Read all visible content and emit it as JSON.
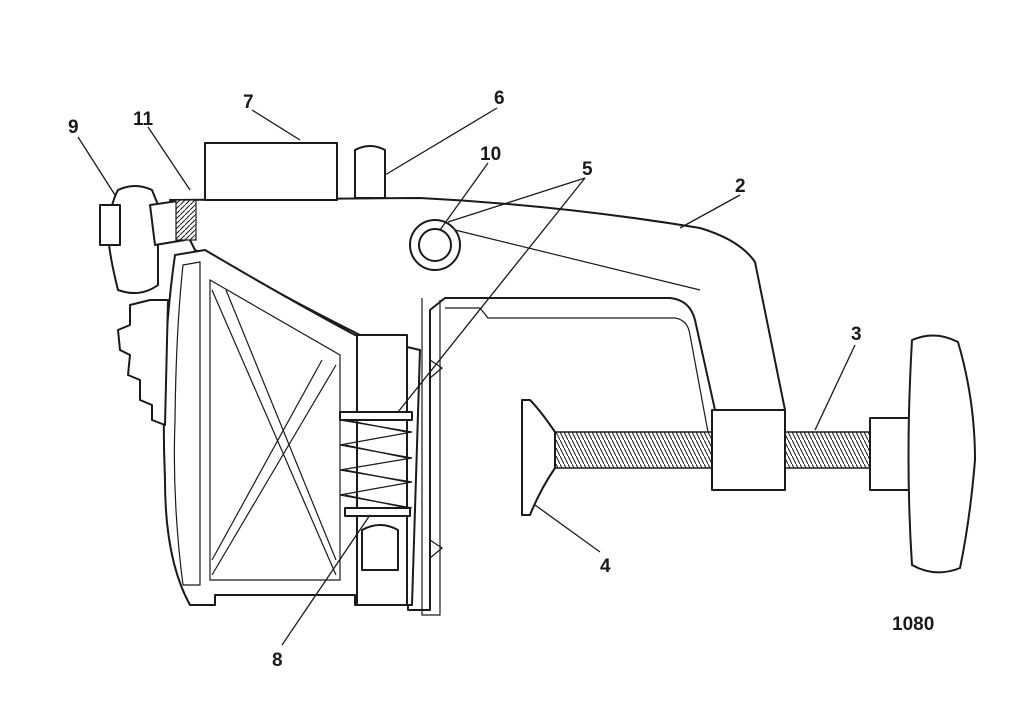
{
  "callouts": {
    "c2": "2",
    "c3": "3",
    "c4": "4",
    "c5": "5",
    "c6": "6",
    "c7": "7",
    "c8": "8",
    "c9": "9",
    "c10": "10",
    "c11": "11"
  },
  "figure_number": "1080"
}
